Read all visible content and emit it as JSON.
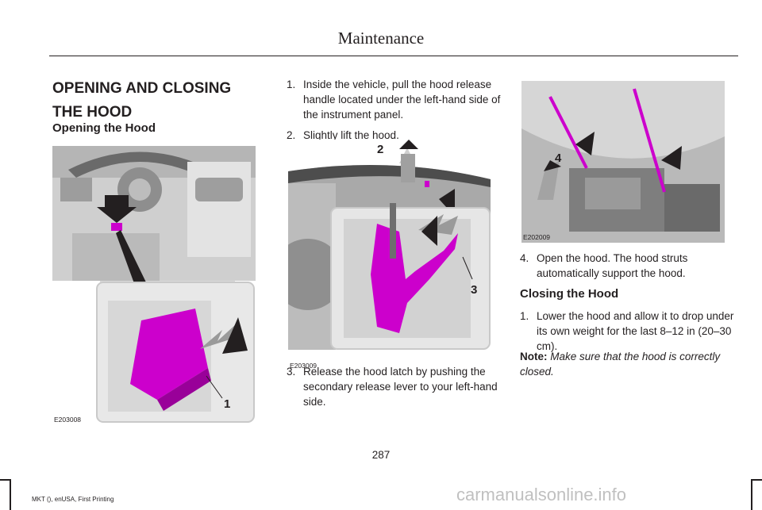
{
  "header": {
    "title": "Maintenance"
  },
  "section": {
    "title": "OPENING AND CLOSING THE HOOD"
  },
  "opening": {
    "heading": "Opening the Hood"
  },
  "steps": [
    {
      "num": "1.",
      "text": "Inside the vehicle, pull the hood release handle located under the left-hand side of the instrument panel."
    },
    {
      "num": "2.",
      "text": "Slightly lift the hood."
    },
    {
      "num": "3.",
      "text": "Release the hood latch by pushing the secondary release lever to your left-hand side."
    },
    {
      "num": "4.",
      "text": "Open the hood. The hood struts automatically support the hood."
    }
  ],
  "closing": {
    "heading": "Closing the Hood",
    "step": {
      "num": "1.",
      "text": "Lower the hood and allow it to drop under its own weight for the last 8–12 in (20–30 cm)."
    },
    "note_label": "Note:",
    "note_text": "Make sure that the hood is correctly closed."
  },
  "figures": [
    {
      "id": "E203008",
      "callouts": [
        "1"
      ]
    },
    {
      "id": "E203009",
      "callouts": [
        "2",
        "3"
      ]
    },
    {
      "id": "E202009",
      "callouts": [
        "4"
      ]
    }
  ],
  "footer": {
    "page_number": "287",
    "edition": "MKT (), enUSA, First Printing"
  },
  "watermark": "carmanualsonline.info",
  "colors": {
    "highlight": "#cc00cc",
    "arrow": "#231f20",
    "motion_arrow": "#9a9a9a"
  }
}
